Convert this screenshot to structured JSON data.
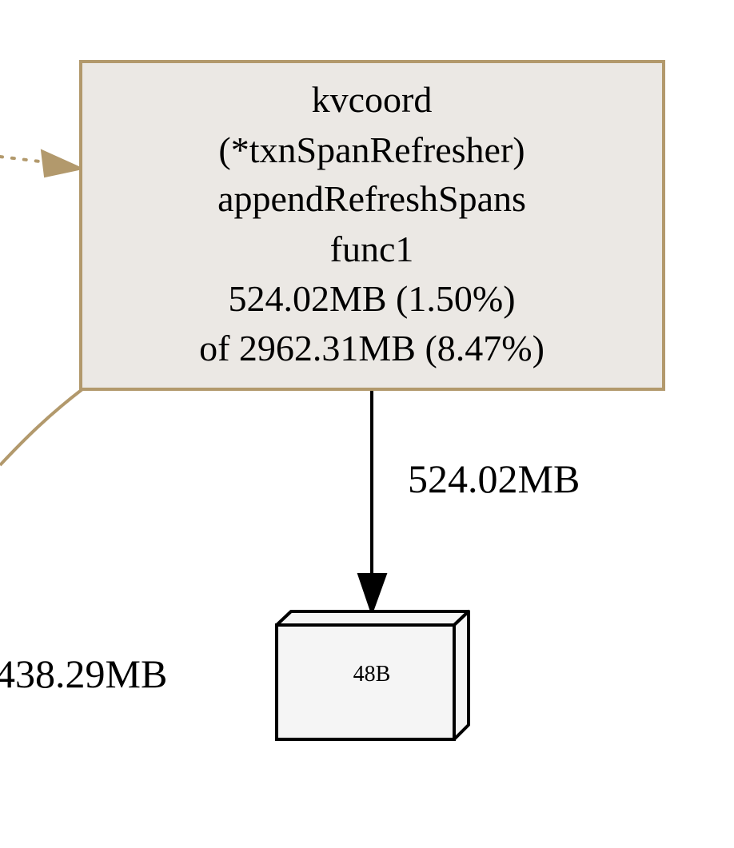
{
  "colors": {
    "node_fill": "#ebe8e4",
    "node_stroke": "#b2996c",
    "box_fill": "#f5f5f5",
    "box_stroke": "#000000",
    "edge_black": "#000000",
    "edge_tan": "#b2996c",
    "background": "#ffffff"
  },
  "main_node": {
    "lines": [
      "kvcoord",
      "(*txnSpanRefresher)",
      "appendRefreshSpans",
      "func1",
      "524.02MB (1.50%)",
      "of 2962.31MB (8.47%)"
    ]
  },
  "edges": {
    "down_label": "524.02MB",
    "left_label": "438.29MB"
  },
  "leaf_node": {
    "label": "48B"
  }
}
